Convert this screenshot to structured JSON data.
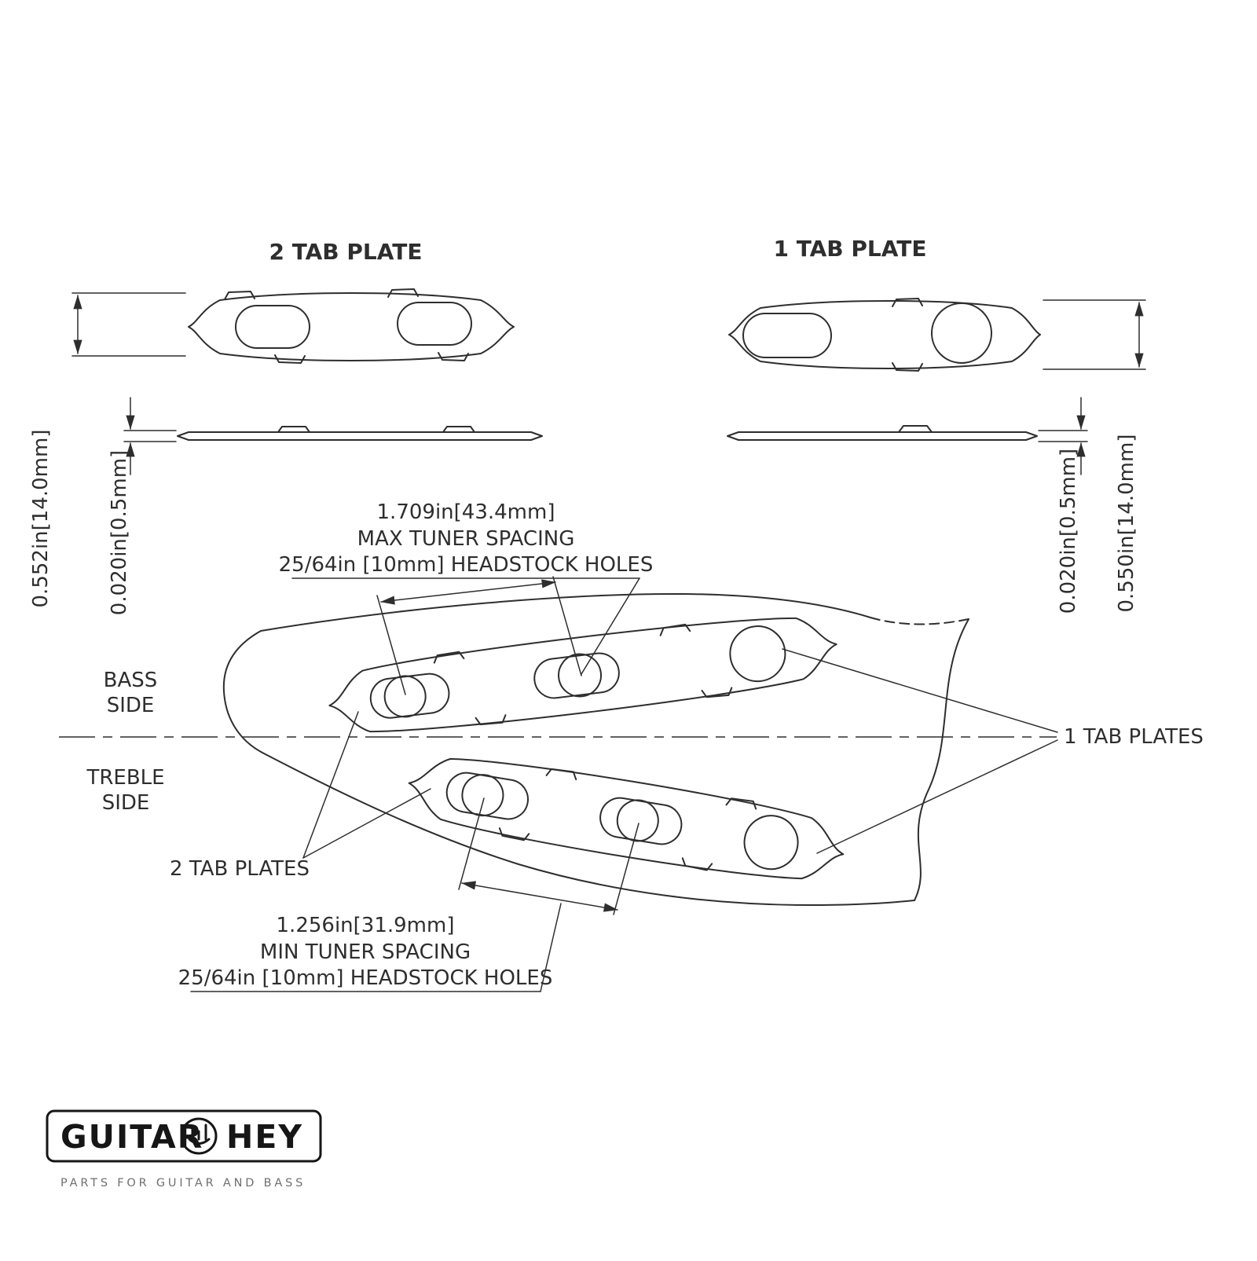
{
  "colors": {
    "line": "#2e2e2e",
    "text": "#2e2e2e",
    "tagline": "#6f6f6f",
    "background": "#ffffff"
  },
  "views": {
    "two_tab": {
      "title": "2 TAB PLATE",
      "width_dim": "0.552in[14.0mm]",
      "thickness_dim": "0.020in[0.5mm]"
    },
    "one_tab": {
      "title": "1 TAB PLATE",
      "thickness_dim": "0.020in[0.5mm]",
      "width_dim": "0.550in[14.0mm]"
    }
  },
  "annotations": {
    "max": {
      "value": "1.709in[43.4mm]",
      "label": "MAX TUNER SPACING",
      "holes": "25/64in [10mm] HEADSTOCK HOLES"
    },
    "min": {
      "value": "1.256in[31.9mm]",
      "label": "MIN TUNER SPACING",
      "holes": "25/64in [10mm] HEADSTOCK HOLES"
    },
    "bass_side": [
      "BASS",
      "SIDE"
    ],
    "treble_side": [
      "TREBLE",
      "SIDE"
    ],
    "one_tab_plates": "1 TAB PLATES",
    "two_tab_plates": "2 TAB PLATES"
  },
  "logo": {
    "brand_left": "GUITAR",
    "brand_right": "HEY",
    "icon": "rock-hand-icon",
    "tagline": "PARTS FOR GUITAR AND BASS"
  }
}
